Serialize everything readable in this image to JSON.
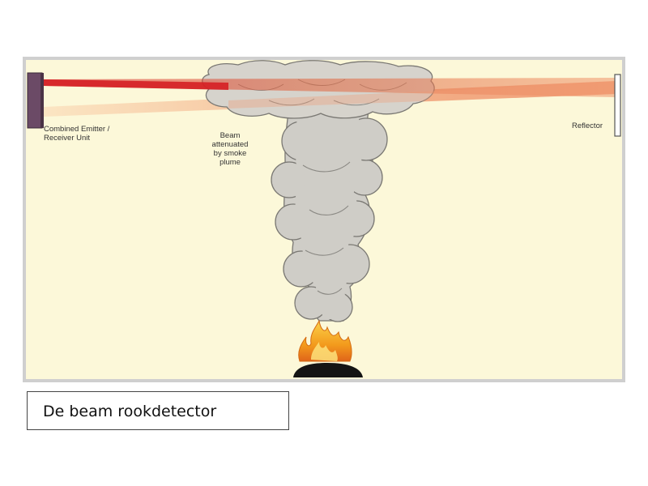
{
  "diagram": {
    "labels": {
      "emitter": "Combined Emitter /\nReceiver Unit",
      "beam": "Beam\nattenuated\nby smoke\nplume",
      "reflector": "Reflector"
    },
    "colors": {
      "background": "#fcf8d9",
      "beam_outgoing": "#d93030",
      "beam_return": "#f2a27a",
      "smoke": "#cfcdc7",
      "flame": "#f08a1c",
      "emitter": "#6b4a66"
    }
  },
  "caption": "De beam rookdetector"
}
